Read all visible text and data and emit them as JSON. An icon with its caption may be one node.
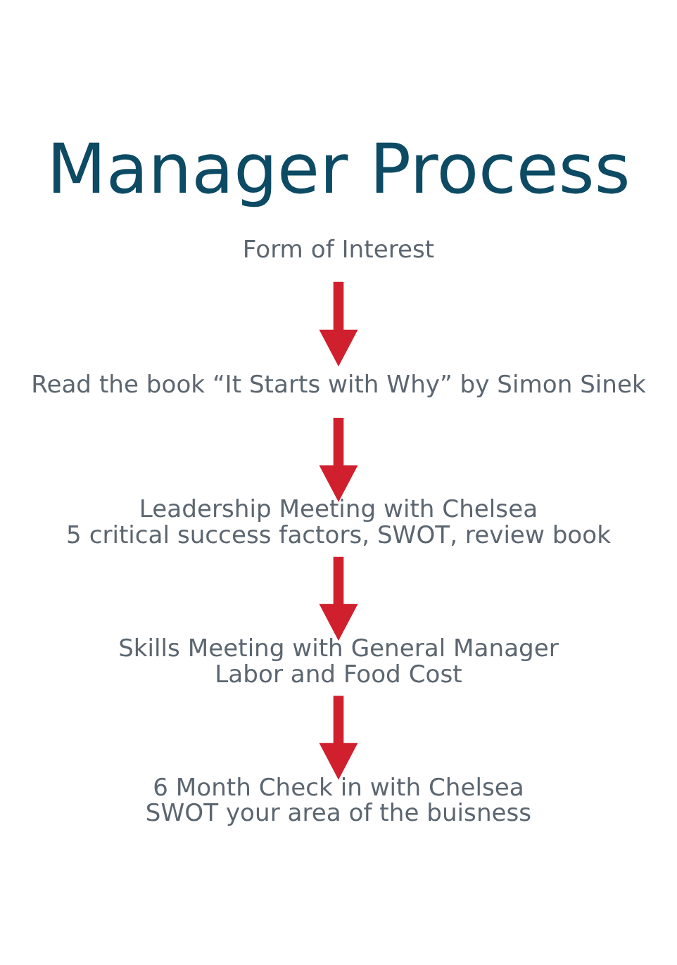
{
  "diagram": {
    "title": "Manager Process",
    "nodes": [
      {
        "text": [
          "Form of Interest"
        ]
      },
      {
        "text": [
          "Read the book “It Starts with Why” by Simon Sinek"
        ]
      },
      {
        "text": [
          "Leadership Meeting with Chelsea",
          "5 critical success factors, SWOT, review book"
        ]
      },
      {
        "text": [
          "Skills Meeting with General Manager",
          "Labor and Food Cost"
        ]
      },
      {
        "text": [
          "6 Month Check in with Chelsea",
          "SWOT your area of the buisness"
        ]
      }
    ],
    "edges": [
      {
        "from": 0,
        "to": 1,
        "arrow": "to"
      },
      {
        "from": 1,
        "to": 2,
        "arrow": "to"
      },
      {
        "from": 2,
        "to": 3,
        "arrow": "to"
      },
      {
        "from": 3,
        "to": 4,
        "arrow": "to"
      }
    ]
  }
}
